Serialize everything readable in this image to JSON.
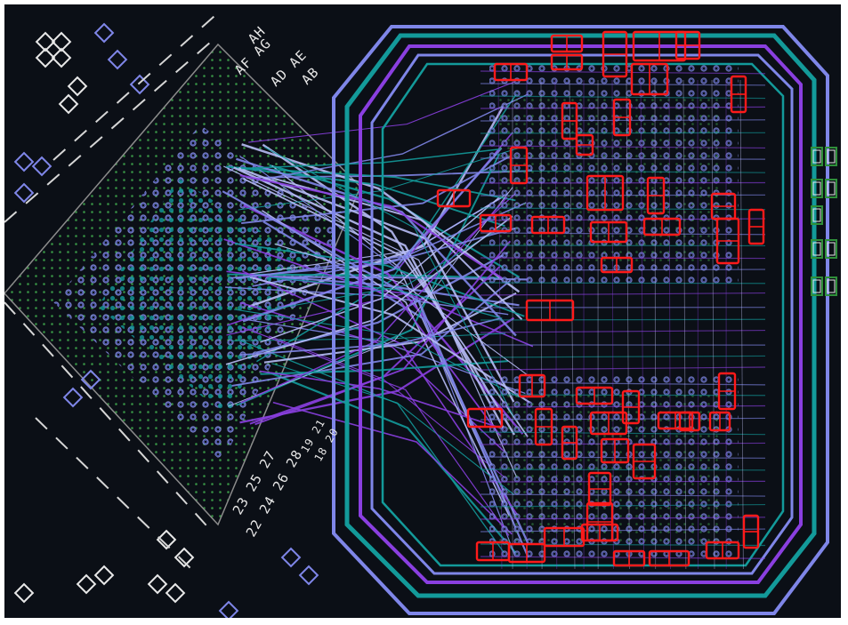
{
  "silkscreen": {
    "row_labels_top": [
      "AH",
      "AF AG",
      "AD AE",
      "AB"
    ],
    "col_labels_bottom": [
      "23 25 27",
      "22 24 26 28"
    ],
    "col_label_center": [
      "19 21",
      "18 20"
    ]
  },
  "colors": {
    "background": "#0b0f16",
    "layer_teal": "#139a9a",
    "layer_blue": "#7f86e8",
    "layer_purple": "#8a3fe0",
    "layer_green_dots": "#2f8f3a",
    "component_outline": "#ff1a1a",
    "silkscreen": "#e6e6e6",
    "pad_white": "#e8e8e8"
  }
}
